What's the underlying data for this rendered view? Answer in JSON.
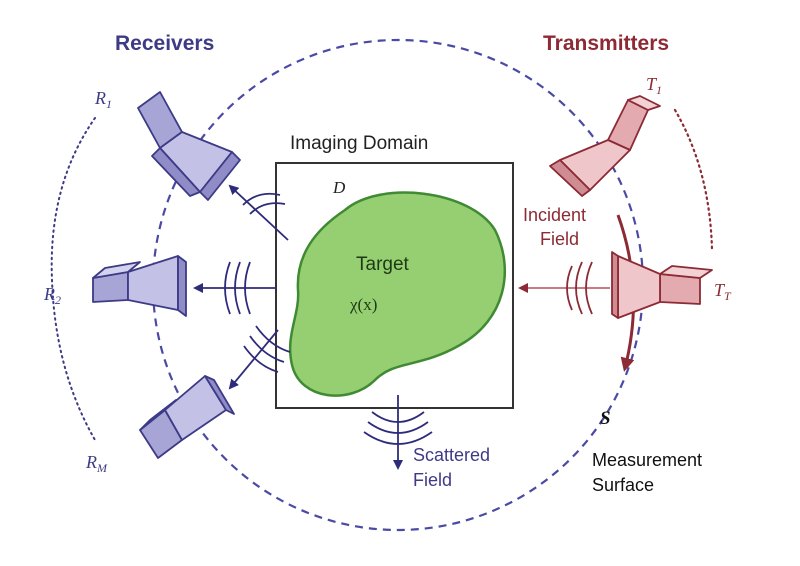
{
  "labels": {
    "receivers": "Receivers",
    "transmitters": "Transmitters",
    "imaging_domain": "Imaging Domain",
    "domain_symbol": "D",
    "target": "Target",
    "chi": "χ(x)",
    "incident_line1": "Incident",
    "incident_line2": "Field",
    "scattered_line1": "Scattered",
    "scattered_line2": "Field",
    "surface_symbol": "S",
    "measurement_line1": "Measurement",
    "measurement_line2": "Surface"
  },
  "receivers": [
    {
      "base": "R",
      "sub": "1"
    },
    {
      "base": "R",
      "sub": "2"
    },
    {
      "base": "R",
      "sub": "M"
    }
  ],
  "transmitters": [
    {
      "base": "T",
      "sub": "1"
    },
    {
      "base": "T",
      "sub": "T"
    }
  ],
  "colors": {
    "receiver": "#3d3a86",
    "receiver_fill": "#a7a5d6",
    "transmitter": "#8c2a35",
    "transmitter_fill": "#e3aab0",
    "target_fill": "#95cf72",
    "target_stroke": "#3f8a33",
    "surface_dash": "#4a4aa5",
    "box": "#333333"
  }
}
